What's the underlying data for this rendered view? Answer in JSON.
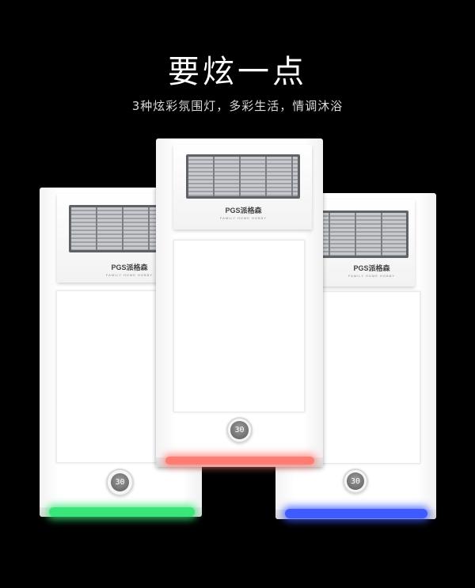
{
  "headline": "要炫一点",
  "subline": "3种炫彩氛围灯，多彩生活，情调沐浴",
  "units": [
    {
      "brand": "PGS派格森",
      "brand_sub": "FAMILY HOME HOBBY",
      "display": "30",
      "glow_color": "#38e67a"
    },
    {
      "brand": "PGS派格森",
      "brand_sub": "FAMILY HOME HOBBY",
      "display": "30",
      "glow_color": "#ff7c72"
    },
    {
      "brand": "PGS派格森",
      "brand_sub": "FAMILY HOME HOBBY",
      "display": "30",
      "glow_color": "#3d5bff"
    }
  ]
}
